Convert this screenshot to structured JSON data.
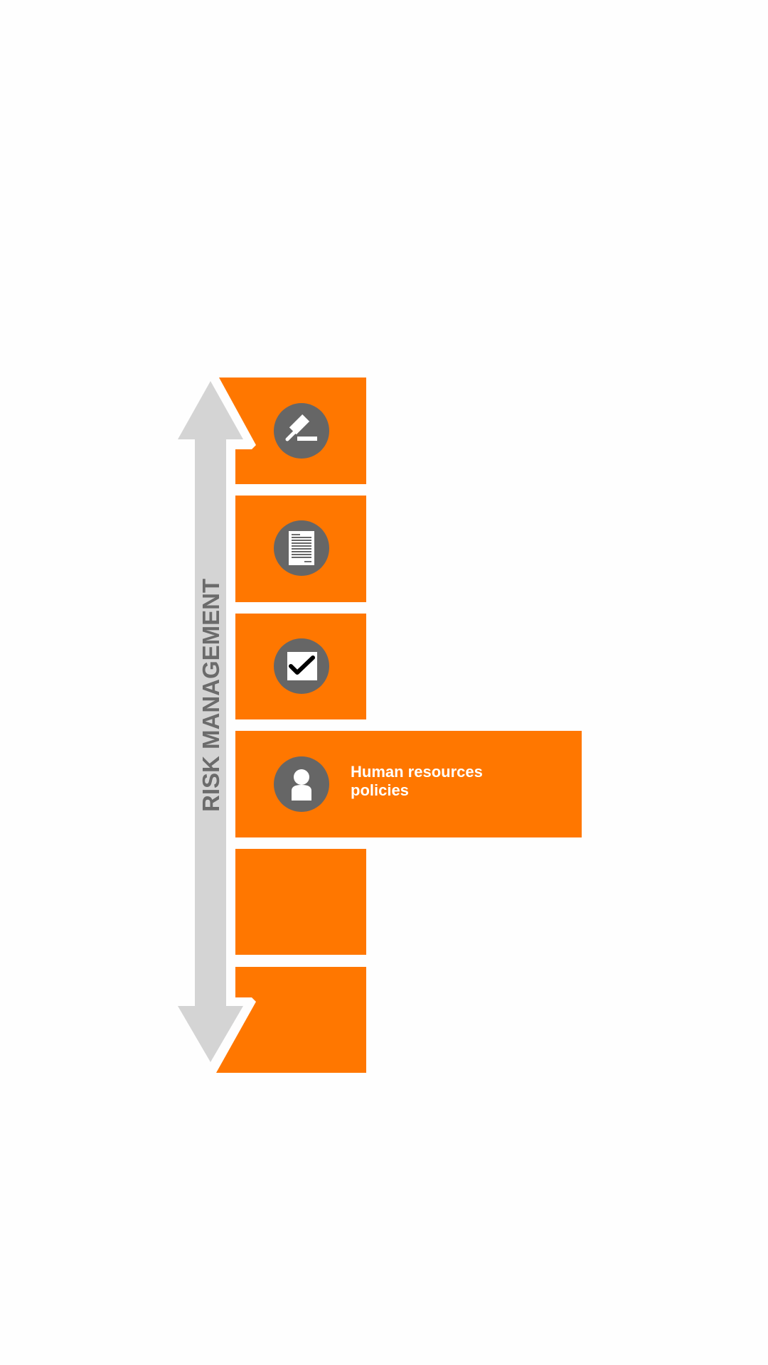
{
  "diagram": {
    "axis_label": "RISK MANAGEMENT",
    "items": [
      {
        "icon": "gavel-icon"
      },
      {
        "icon": "document-icon"
      },
      {
        "icon": "checkbox-icon"
      },
      {
        "icon": "person-icon",
        "label_line1": "Human resources",
        "label_line2": "policies"
      },
      {
        "icon": "no-ethics-icon"
      },
      {
        "icon": "monitor-chart-icon"
      }
    ]
  },
  "colors": {
    "accent": "#ff7700",
    "icon_bg": "#666666",
    "arrow": "#d4d4d4",
    "scroll_arrow": "#6b6b6b"
  }
}
